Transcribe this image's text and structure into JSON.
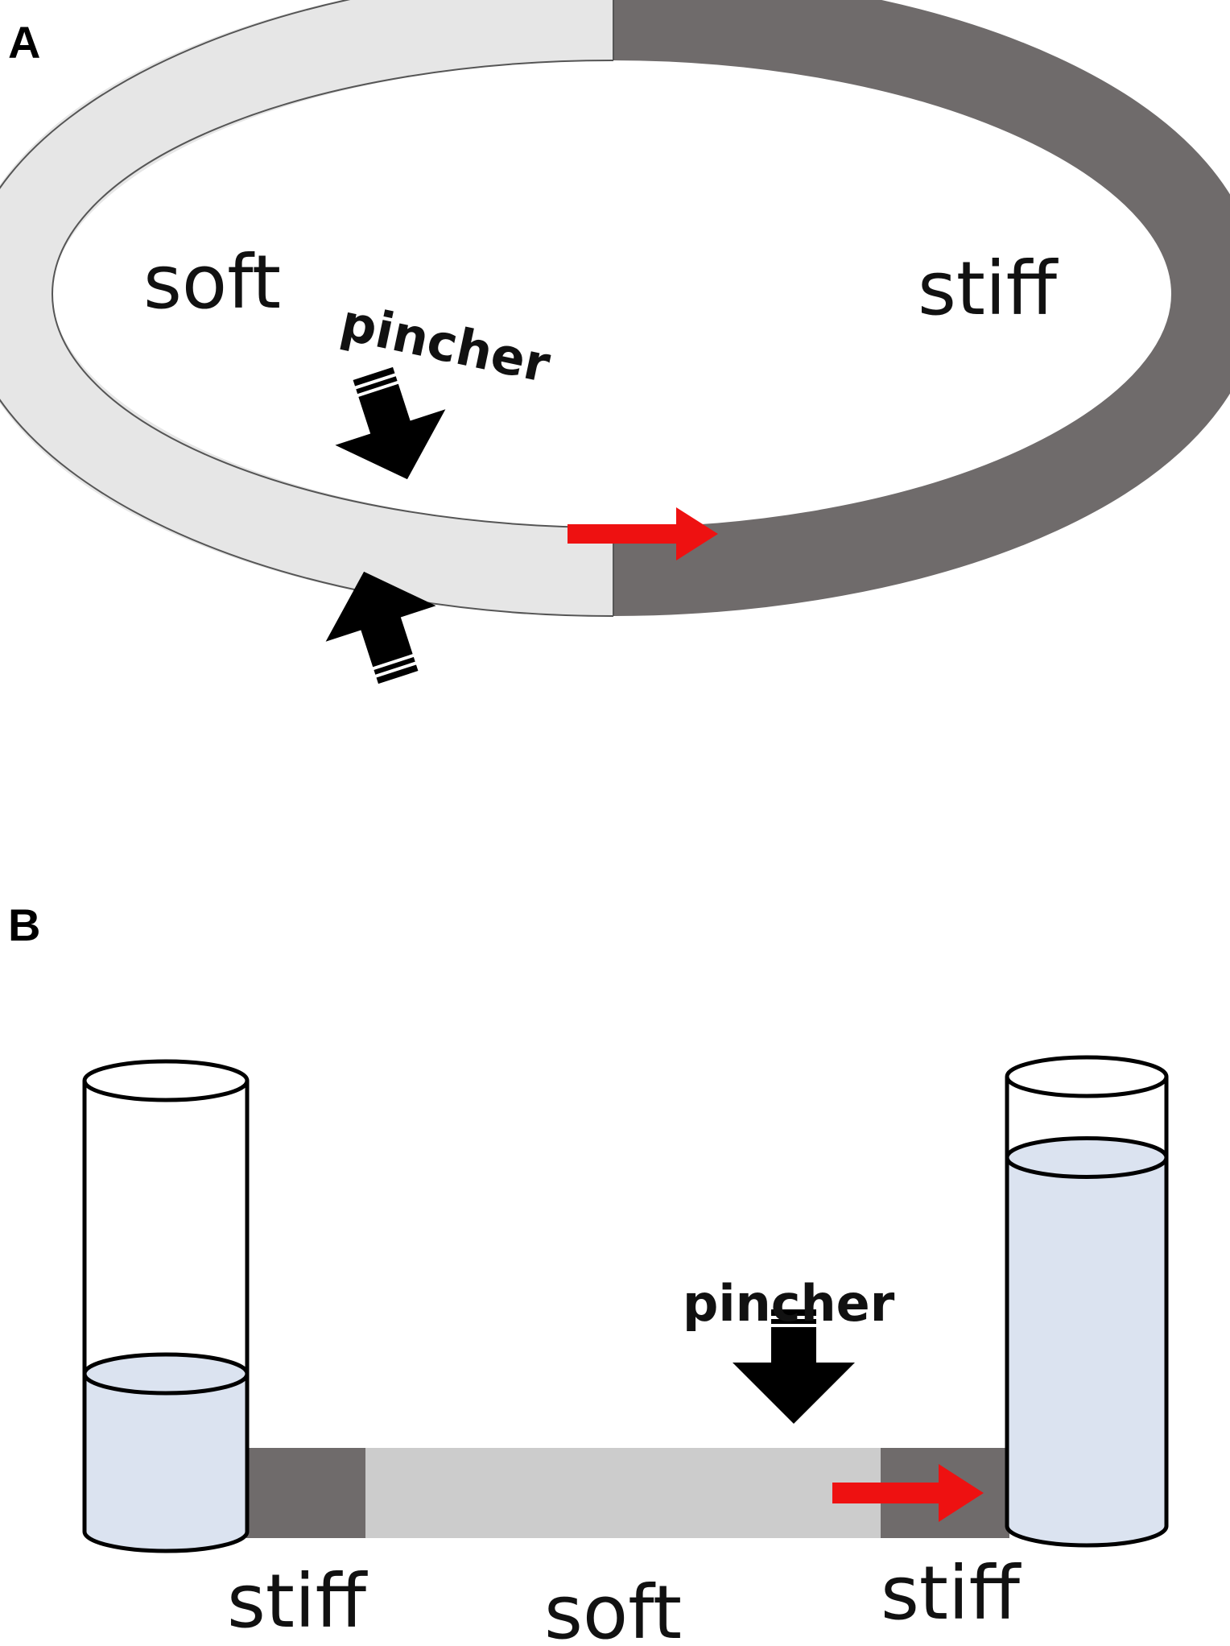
{
  "panels": [
    {
      "id": "A",
      "label": "A",
      "soft_label": "soft",
      "stiff_label": "stiff",
      "pincher_label": "pincher"
    },
    {
      "id": "B",
      "label": "B",
      "soft_label": "soft",
      "stiff_left_label": "stiff",
      "stiff_right_label": "stiff",
      "pincher_label": "pincher",
      "left_reservoir_fill_level": 0.35,
      "right_reservoir_fill_level": 0.82
    }
  ],
  "colors": {
    "soft": "#e6e6e6",
    "stiff": "#6f6b6b",
    "soft_tube_b": "#cccccc",
    "flow_arrow": "#ee1111",
    "pincher_arrow": "#000000",
    "water": "#dbe3f0"
  },
  "icons": {
    "flow": "right-arrow-icon",
    "pincher": "down-arrow-icon"
  }
}
